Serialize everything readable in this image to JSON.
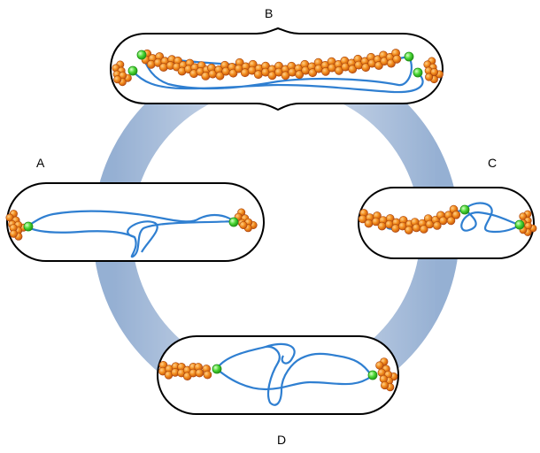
{
  "labels": {
    "a": "A",
    "b": "B",
    "c": "C",
    "d": "D"
  },
  "colors": {
    "ring_dark": "#7e9fca",
    "ring_light": "#eef2f8",
    "cell_outline": "#000000",
    "chromosome": "#2f7fd1",
    "cluster_fill": "#f28c1c",
    "cluster_edge": "#a8420c",
    "origin_green": "#4cd936"
  },
  "icons": [
    "bacterial-cell",
    "chromosome-strand",
    "origin-marker",
    "protein-filament"
  ]
}
